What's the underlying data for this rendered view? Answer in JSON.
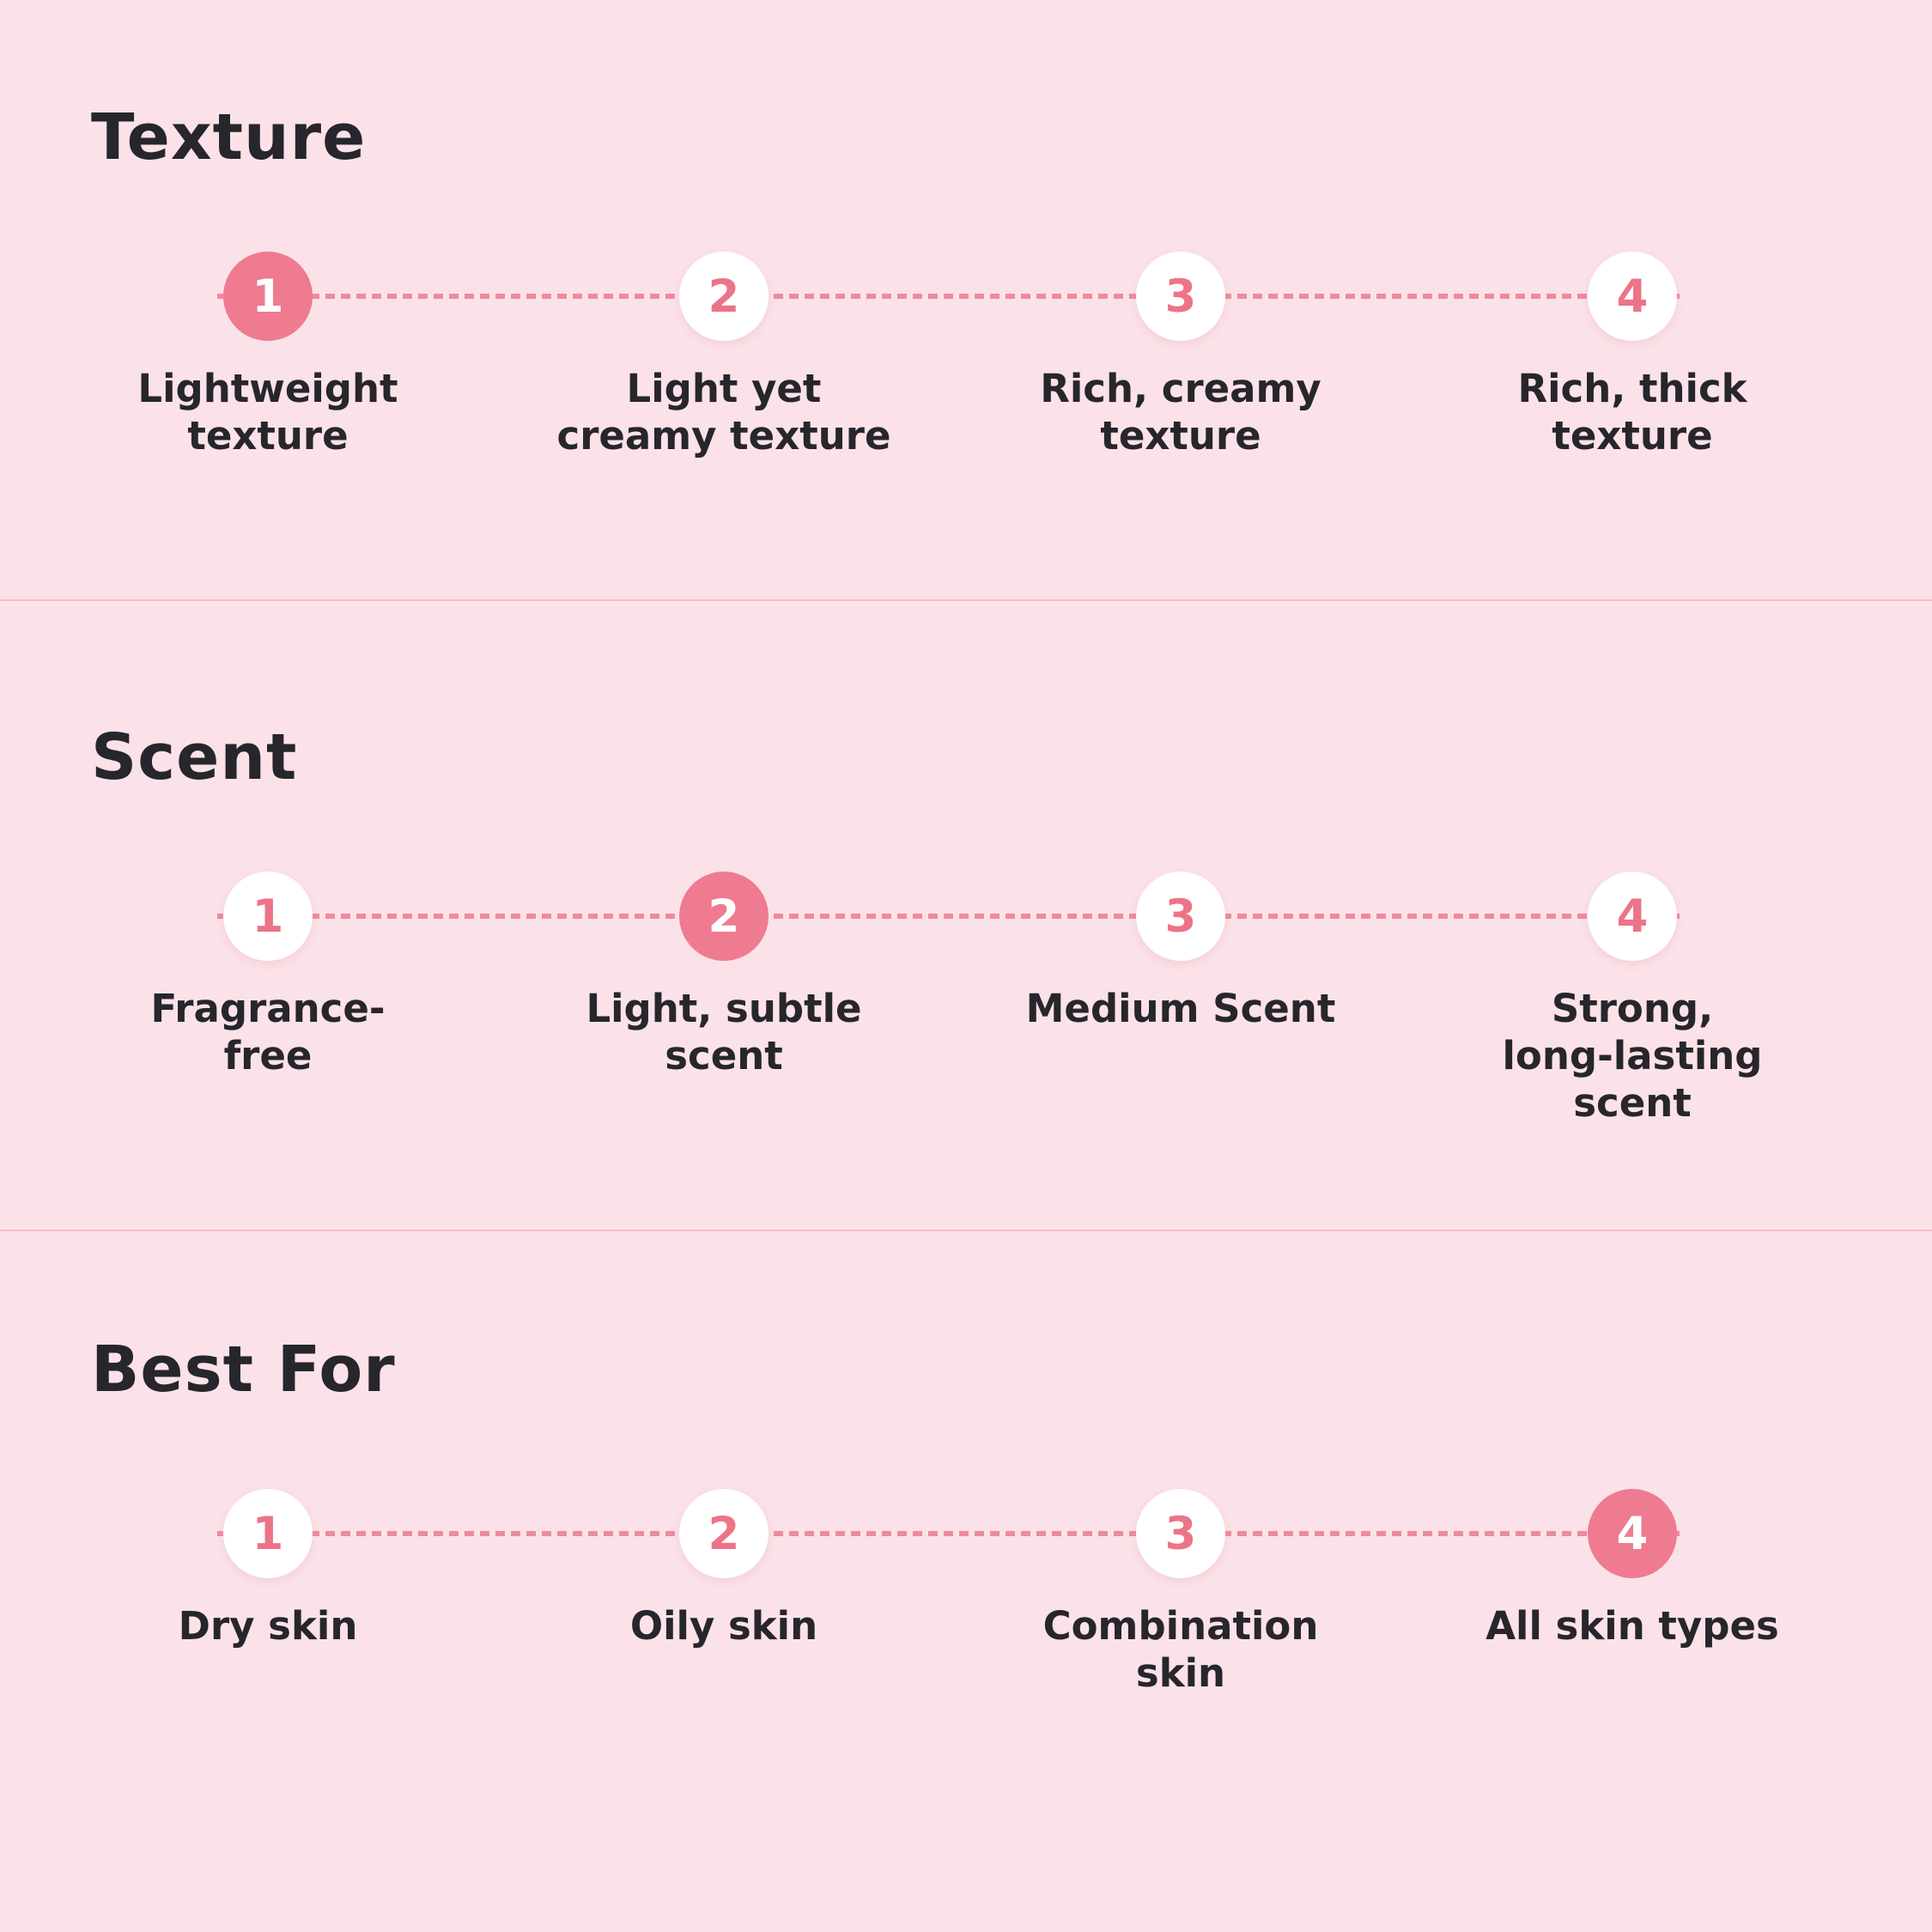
{
  "colors": {
    "background": "#FBE2E8",
    "accent": "#EE7B90",
    "accent_number": "#EC7488",
    "track": "#EF8A9C",
    "divider": "#F3BDC9",
    "text": "#26262C",
    "circle_bg": "#FFFFFF"
  },
  "scale": {
    "min": "1",
    "max": "4"
  },
  "sections": [
    {
      "title": "Texture",
      "selected": "1",
      "options": [
        {
          "value": "1",
          "label": "Lightweight\ntexture"
        },
        {
          "value": "2",
          "label": "Light yet\ncreamy texture"
        },
        {
          "value": "3",
          "label": "Rich, creamy\ntexture"
        },
        {
          "value": "4",
          "label": "Rich, thick\ntexture"
        }
      ]
    },
    {
      "title": "Scent",
      "selected": "2",
      "options": [
        {
          "value": "1",
          "label": "Fragrance-\nfree"
        },
        {
          "value": "2",
          "label": "Light, subtle\nscent"
        },
        {
          "value": "3",
          "label": "Medium Scent"
        },
        {
          "value": "4",
          "label": "Strong,\nlong-lasting\nscent"
        }
      ]
    },
    {
      "title": "Best For",
      "selected": "4",
      "options": [
        {
          "value": "1",
          "label": "Dry skin"
        },
        {
          "value": "2",
          "label": "Oily skin"
        },
        {
          "value": "3",
          "label": "Combination\nskin"
        },
        {
          "value": "4",
          "label": "All skin types"
        }
      ]
    }
  ]
}
